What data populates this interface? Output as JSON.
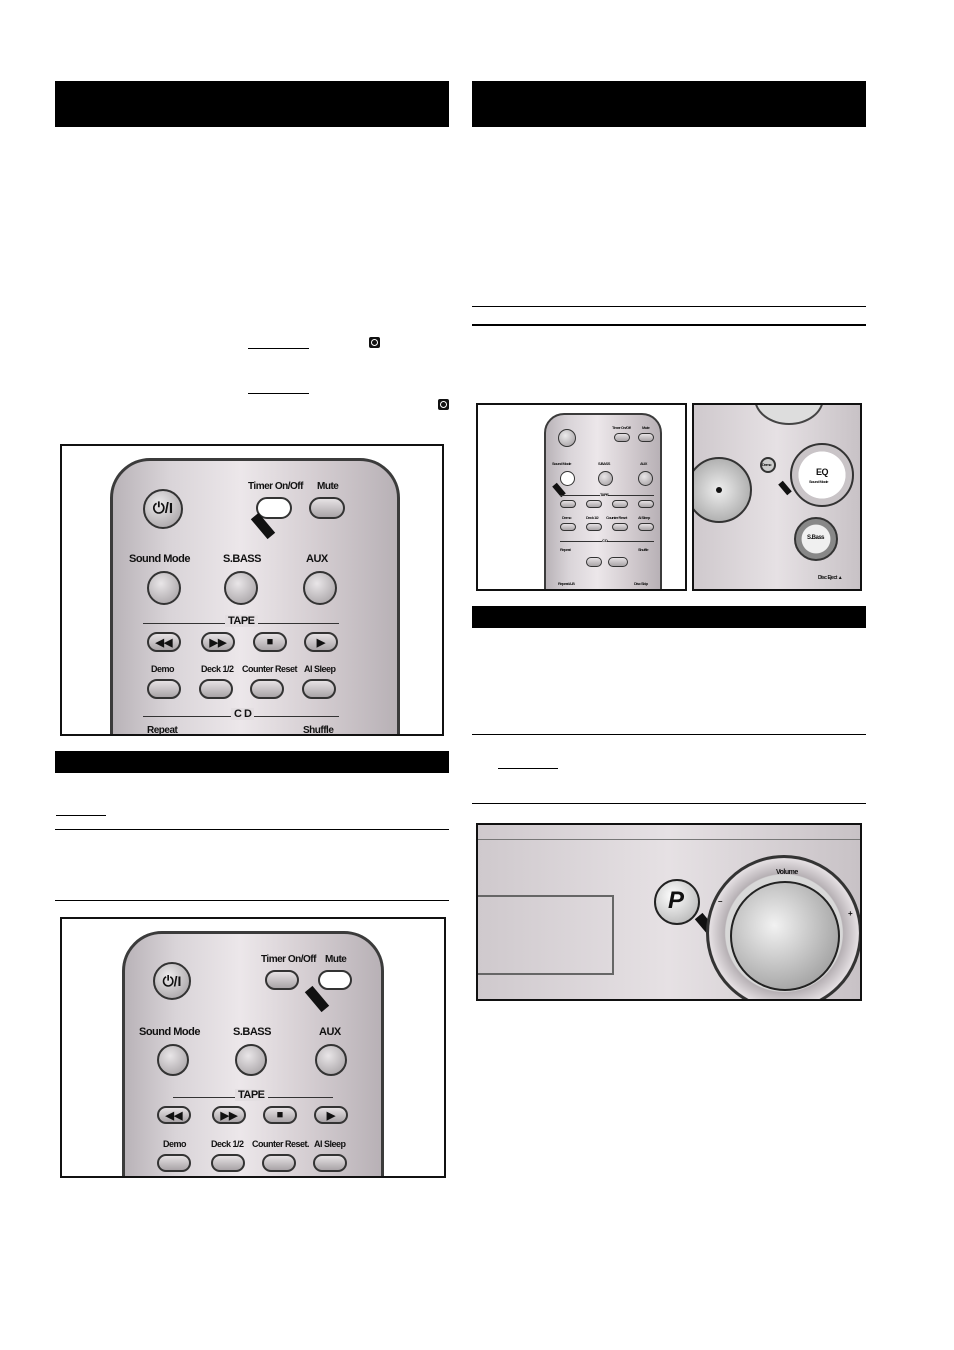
{
  "icons": [
    "clock-icon",
    "power-icon",
    "rewind-icon",
    "fast-forward-icon",
    "stop-icon",
    "play-icon",
    "pause-play-icon",
    "dot-icon"
  ],
  "colors": {
    "header": "#000000",
    "rule": "#000000",
    "frame_border": "#111111",
    "remote_body": "#d9d4d8"
  },
  "fig_timer": {
    "power": "⏻/I",
    "timer": "Timer On/Off",
    "mute": "Mute",
    "sound_mode": "Sound Mode",
    "sbass": "S.BASS",
    "aux": "AUX",
    "tape": "TAPE",
    "rew": "◀◀",
    "ff": "▶▶",
    "stop": "■",
    "play": "▶",
    "demo": "Demo",
    "deck": "Deck 1/2",
    "counter_reset": "Counter Reset",
    "ai_sleep": "AI Sleep",
    "cd": "C D",
    "repeat": "Repeat",
    "shuffle": "Shuffle"
  },
  "fig_mute": {
    "power": "⏻/I",
    "timer": "Timer On/Off",
    "mute": "Mute",
    "sound_mode": "Sound Mode",
    "sbass": "S.BASS",
    "aux": "AUX",
    "tape": "TAPE",
    "rew": "◀◀",
    "ff": "▶▶",
    "stop": "■",
    "play": "▶",
    "demo": "Demo",
    "deck": "Deck 1/2",
    "counter_reset": "Counter Reset.",
    "ai_sleep": "AI Sleep"
  },
  "fig_sound_remote": {
    "timer": "Timer On/Off",
    "mute": "Mute",
    "sound_mode": "Sound Mode",
    "sbass": "S.BASS",
    "aux": "AUX",
    "tape": "TAPE",
    "demo": "Demo",
    "deck": "Deck 1/2",
    "counter_reset": "Counter Reset",
    "ai_sleep": "AI Sleep",
    "cd": "C D",
    "repeat": "Repeat",
    "shuffle": "Shuffle",
    "repeat_ab": "Repeat A-B",
    "disc_skip": "Disc Skip"
  },
  "fig_sound_unit": {
    "demo": "Demo",
    "eq": "EQ",
    "eq_sub": "Sound Mode",
    "sbass": "S.Bass",
    "eject": "Disc Eject ▲"
  },
  "fig_volume": {
    "p_button": "P",
    "volume": "Volume",
    "minus": "–",
    "plus": "+"
  }
}
